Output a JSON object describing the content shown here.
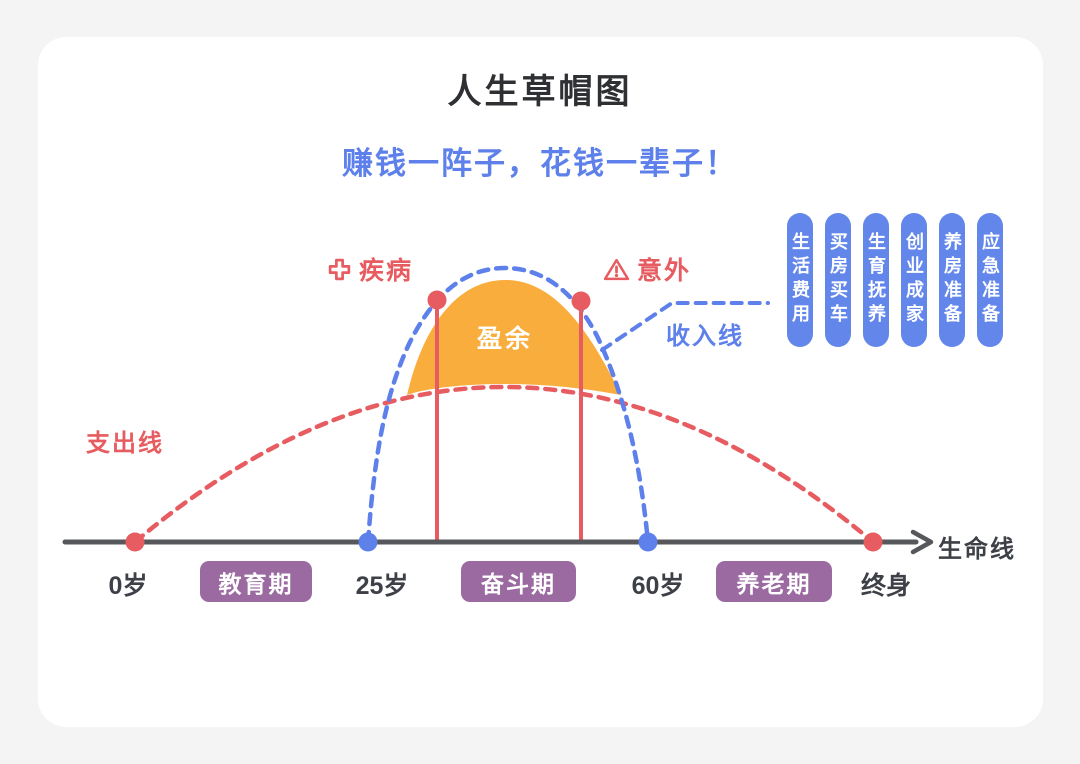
{
  "palette": {
    "background": "#f4f4f5",
    "card": "#ffffff",
    "blue": "#5d80ea",
    "pill_blue": "#6286ea",
    "red": "#e75c60",
    "orange": "#f8ad3d",
    "purple": "#9a6aa0",
    "axis": "#56585c",
    "title_dark": "#2e3033",
    "text_gray": "#3d4046"
  },
  "header": {
    "title": "人生草帽图",
    "subtitle": "赚钱一阵子，花钱一辈子！"
  },
  "labels": {
    "income_line": "收入线",
    "expense_line": "支出线",
    "surplus": "盈余",
    "life_line": "生命线"
  },
  "risks": {
    "illness": "疾病",
    "accident": "意外"
  },
  "timeline": {
    "ages": [
      "0岁",
      "25岁",
      "60岁",
      "终身"
    ],
    "periods": [
      "教育期",
      "奋斗期",
      "养老期"
    ]
  },
  "expense_categories": [
    "生活费用",
    "买房买车",
    "生育抚养",
    "创业成家",
    "养房准备",
    "应急准备"
  ]
}
